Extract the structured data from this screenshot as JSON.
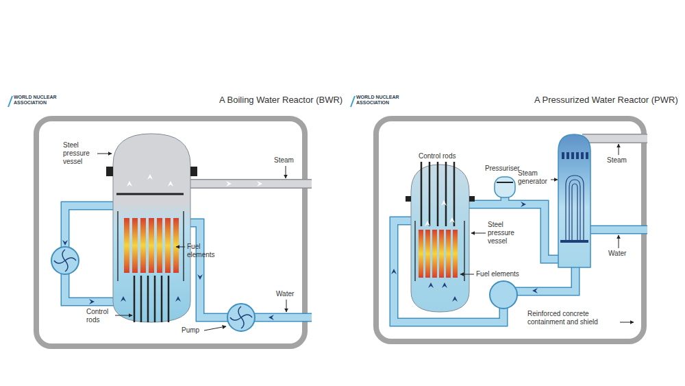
{
  "diagram": {
    "labels": [
      "WORLD NUCLEAR ASSOCIATION",
      "A Boiling Water Reactor (BWR)",
      "Steel pressure vessel",
      "Steam",
      "Fuel elements",
      "Water",
      "Control rods",
      "Pump",
      "WORLD NUCLEAR ASSOCIATION",
      "A Pressurized Water Reactor (PWR)",
      "Control rods",
      "Pressuriser",
      "Steam generator",
      "Steam",
      "Steel pressure vessel",
      "Water",
      "Fuel elements",
      "Reinforced concrete containment and shield"
    ]
  }
}
